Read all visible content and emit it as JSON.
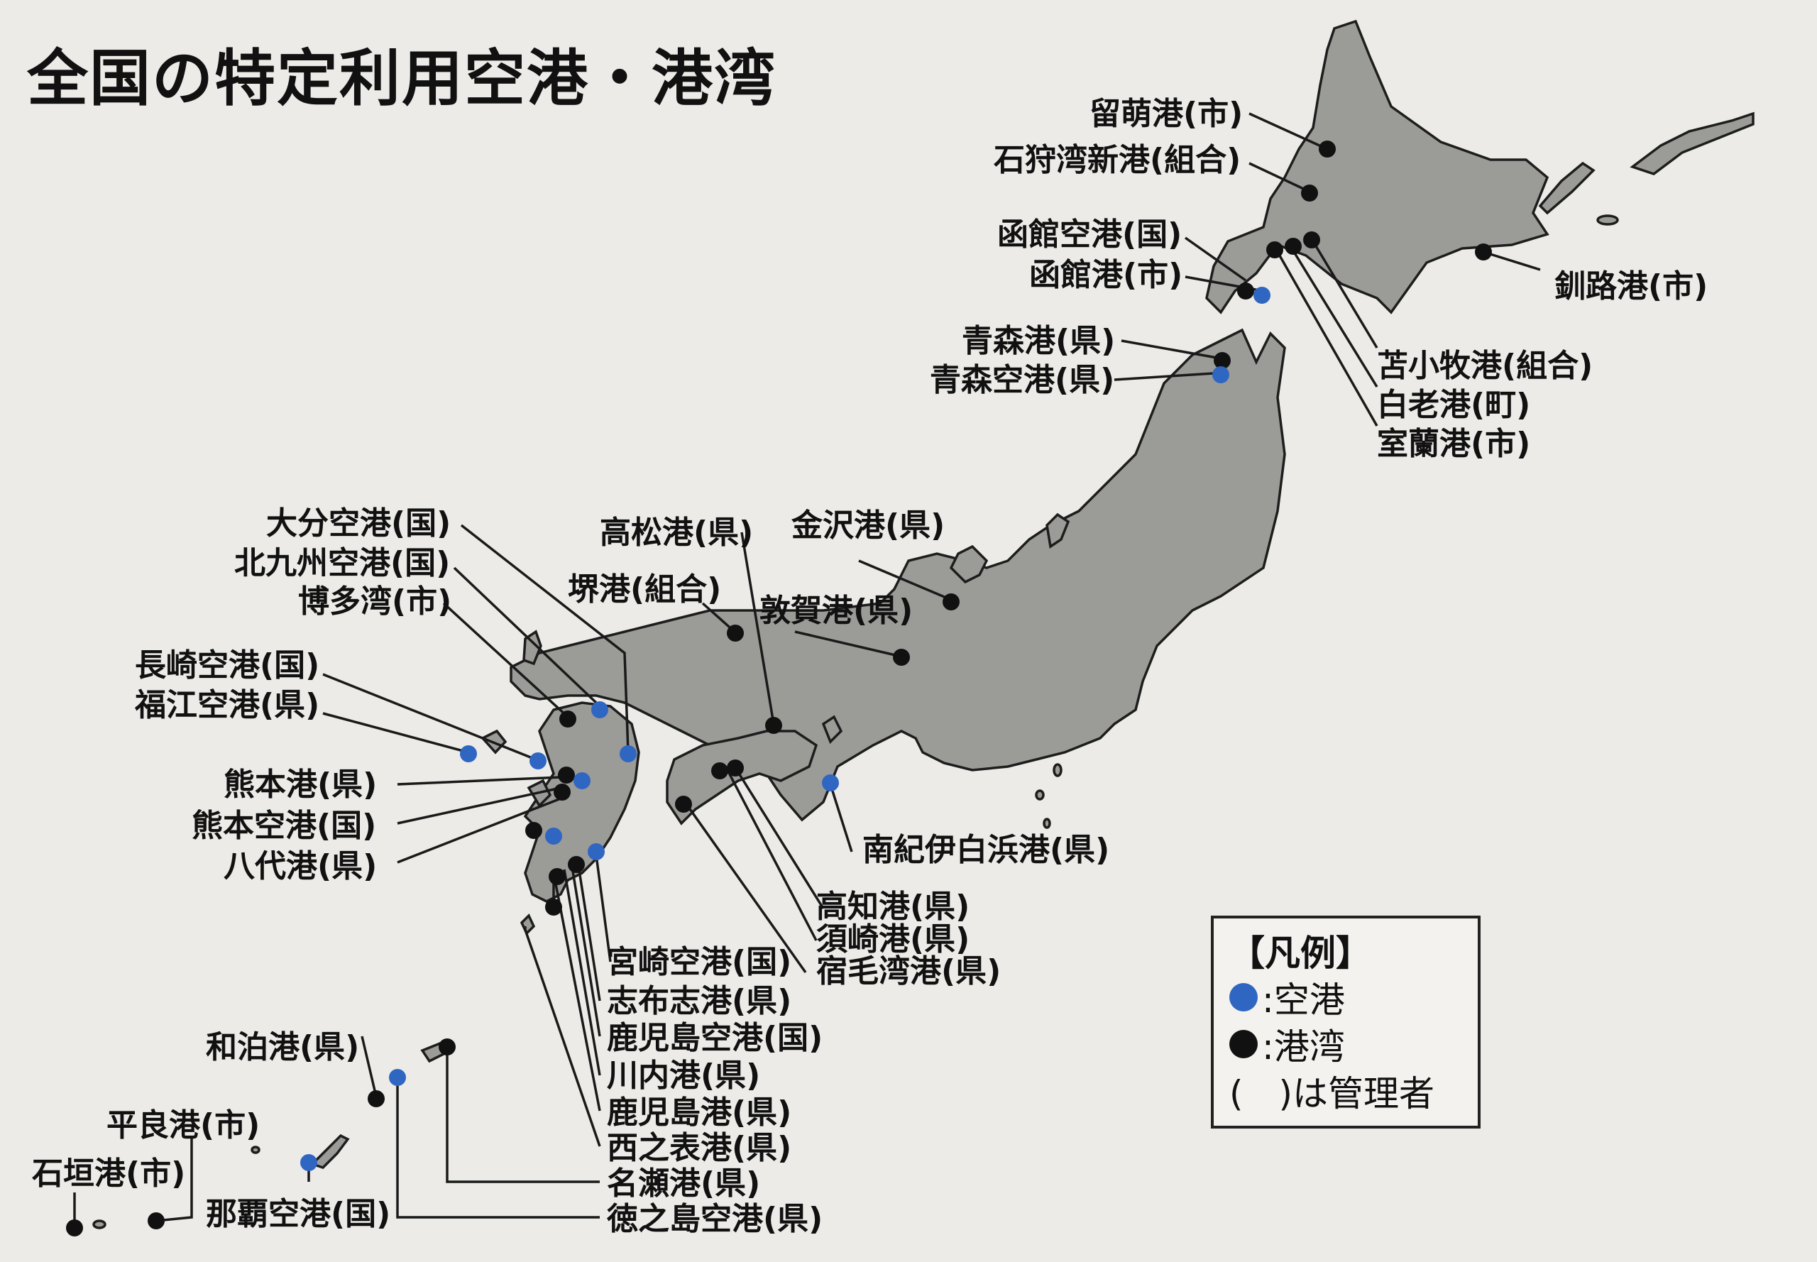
{
  "title": "全国の特定利用空港・港湾",
  "legend": {
    "heading": "【凡例】",
    "airport_label": ":空港",
    "port_label": ":港湾",
    "admin_label": "(　)は管理者"
  },
  "colors": {
    "airport": "#2f66c2",
    "port": "#111111",
    "land": "#9b9b98",
    "background": "#ecebe7"
  },
  "facilities": [
    {
      "id": "rumoi",
      "label": "留萌港(市)",
      "type": "port"
    },
    {
      "id": "ishikari",
      "label": "石狩湾新港(組合)",
      "type": "port"
    },
    {
      "id": "hakodate-airport",
      "label": "函館空港(国)",
      "type": "airport"
    },
    {
      "id": "hakodate",
      "label": "函館港(市)",
      "type": "port"
    },
    {
      "id": "kushiro",
      "label": "釧路港(市)",
      "type": "port"
    },
    {
      "id": "tomakomai",
      "label": "苫小牧港(組合)",
      "type": "port"
    },
    {
      "id": "shiraoi",
      "label": "白老港(町)",
      "type": "port"
    },
    {
      "id": "muroran",
      "label": "室蘭港(市)",
      "type": "port"
    },
    {
      "id": "aomori",
      "label": "青森港(県)",
      "type": "port"
    },
    {
      "id": "aomori-airport",
      "label": "青森空港(県)",
      "type": "airport"
    },
    {
      "id": "kanazawa",
      "label": "金沢港(県)",
      "type": "port"
    },
    {
      "id": "takamatsu",
      "label": "高松港(県)",
      "type": "port"
    },
    {
      "id": "sakai",
      "label": "堺港(組合)",
      "type": "port"
    },
    {
      "id": "tsuruga",
      "label": "敦賀港(県)",
      "type": "port"
    },
    {
      "id": "oita-airport",
      "label": "大分空港(国)",
      "type": "airport"
    },
    {
      "id": "kitakyushu-airport",
      "label": "北九州空港(国)",
      "type": "airport"
    },
    {
      "id": "hakata",
      "label": "博多湾(市)",
      "type": "port"
    },
    {
      "id": "nagasaki-airport",
      "label": "長崎空港(国)",
      "type": "airport"
    },
    {
      "id": "fukue-airport",
      "label": "福江空港(県)",
      "type": "airport"
    },
    {
      "id": "kumamoto",
      "label": "熊本港(県)",
      "type": "port"
    },
    {
      "id": "kumamoto-airport",
      "label": "熊本空港(国)",
      "type": "airport"
    },
    {
      "id": "yatsushiro",
      "label": "八代港(県)",
      "type": "port"
    },
    {
      "id": "nanki-shirahama",
      "label": "南紀伊白浜港(県)",
      "type": "airport"
    },
    {
      "id": "kochi",
      "label": "高知港(県)",
      "type": "port"
    },
    {
      "id": "susaki",
      "label": "須崎港(県)",
      "type": "port"
    },
    {
      "id": "sukumo",
      "label": "宿毛湾港(県)",
      "type": "port"
    },
    {
      "id": "miyazaki-airport",
      "label": "宮崎空港(国)",
      "type": "airport"
    },
    {
      "id": "shibushi",
      "label": "志布志港(県)",
      "type": "port"
    },
    {
      "id": "kagoshima-airport",
      "label": "鹿児島空港(国)",
      "type": "airport"
    },
    {
      "id": "sendai",
      "label": "川内港(県)",
      "type": "port"
    },
    {
      "id": "kagoshima",
      "label": "鹿児島港(県)",
      "type": "port"
    },
    {
      "id": "nishinoomote",
      "label": "西之表港(県)",
      "type": "port"
    },
    {
      "id": "naze",
      "label": "名瀬港(県)",
      "type": "port"
    },
    {
      "id": "tokunoshima-airport",
      "label": "徳之島空港(県)",
      "type": "airport"
    },
    {
      "id": "wadomari",
      "label": "和泊港(県)",
      "type": "port"
    },
    {
      "id": "hirara",
      "label": "平良港(市)",
      "type": "port"
    },
    {
      "id": "ishigaki",
      "label": "石垣港(市)",
      "type": "port"
    },
    {
      "id": "naha-airport",
      "label": "那覇空港(国)",
      "type": "airport"
    }
  ]
}
